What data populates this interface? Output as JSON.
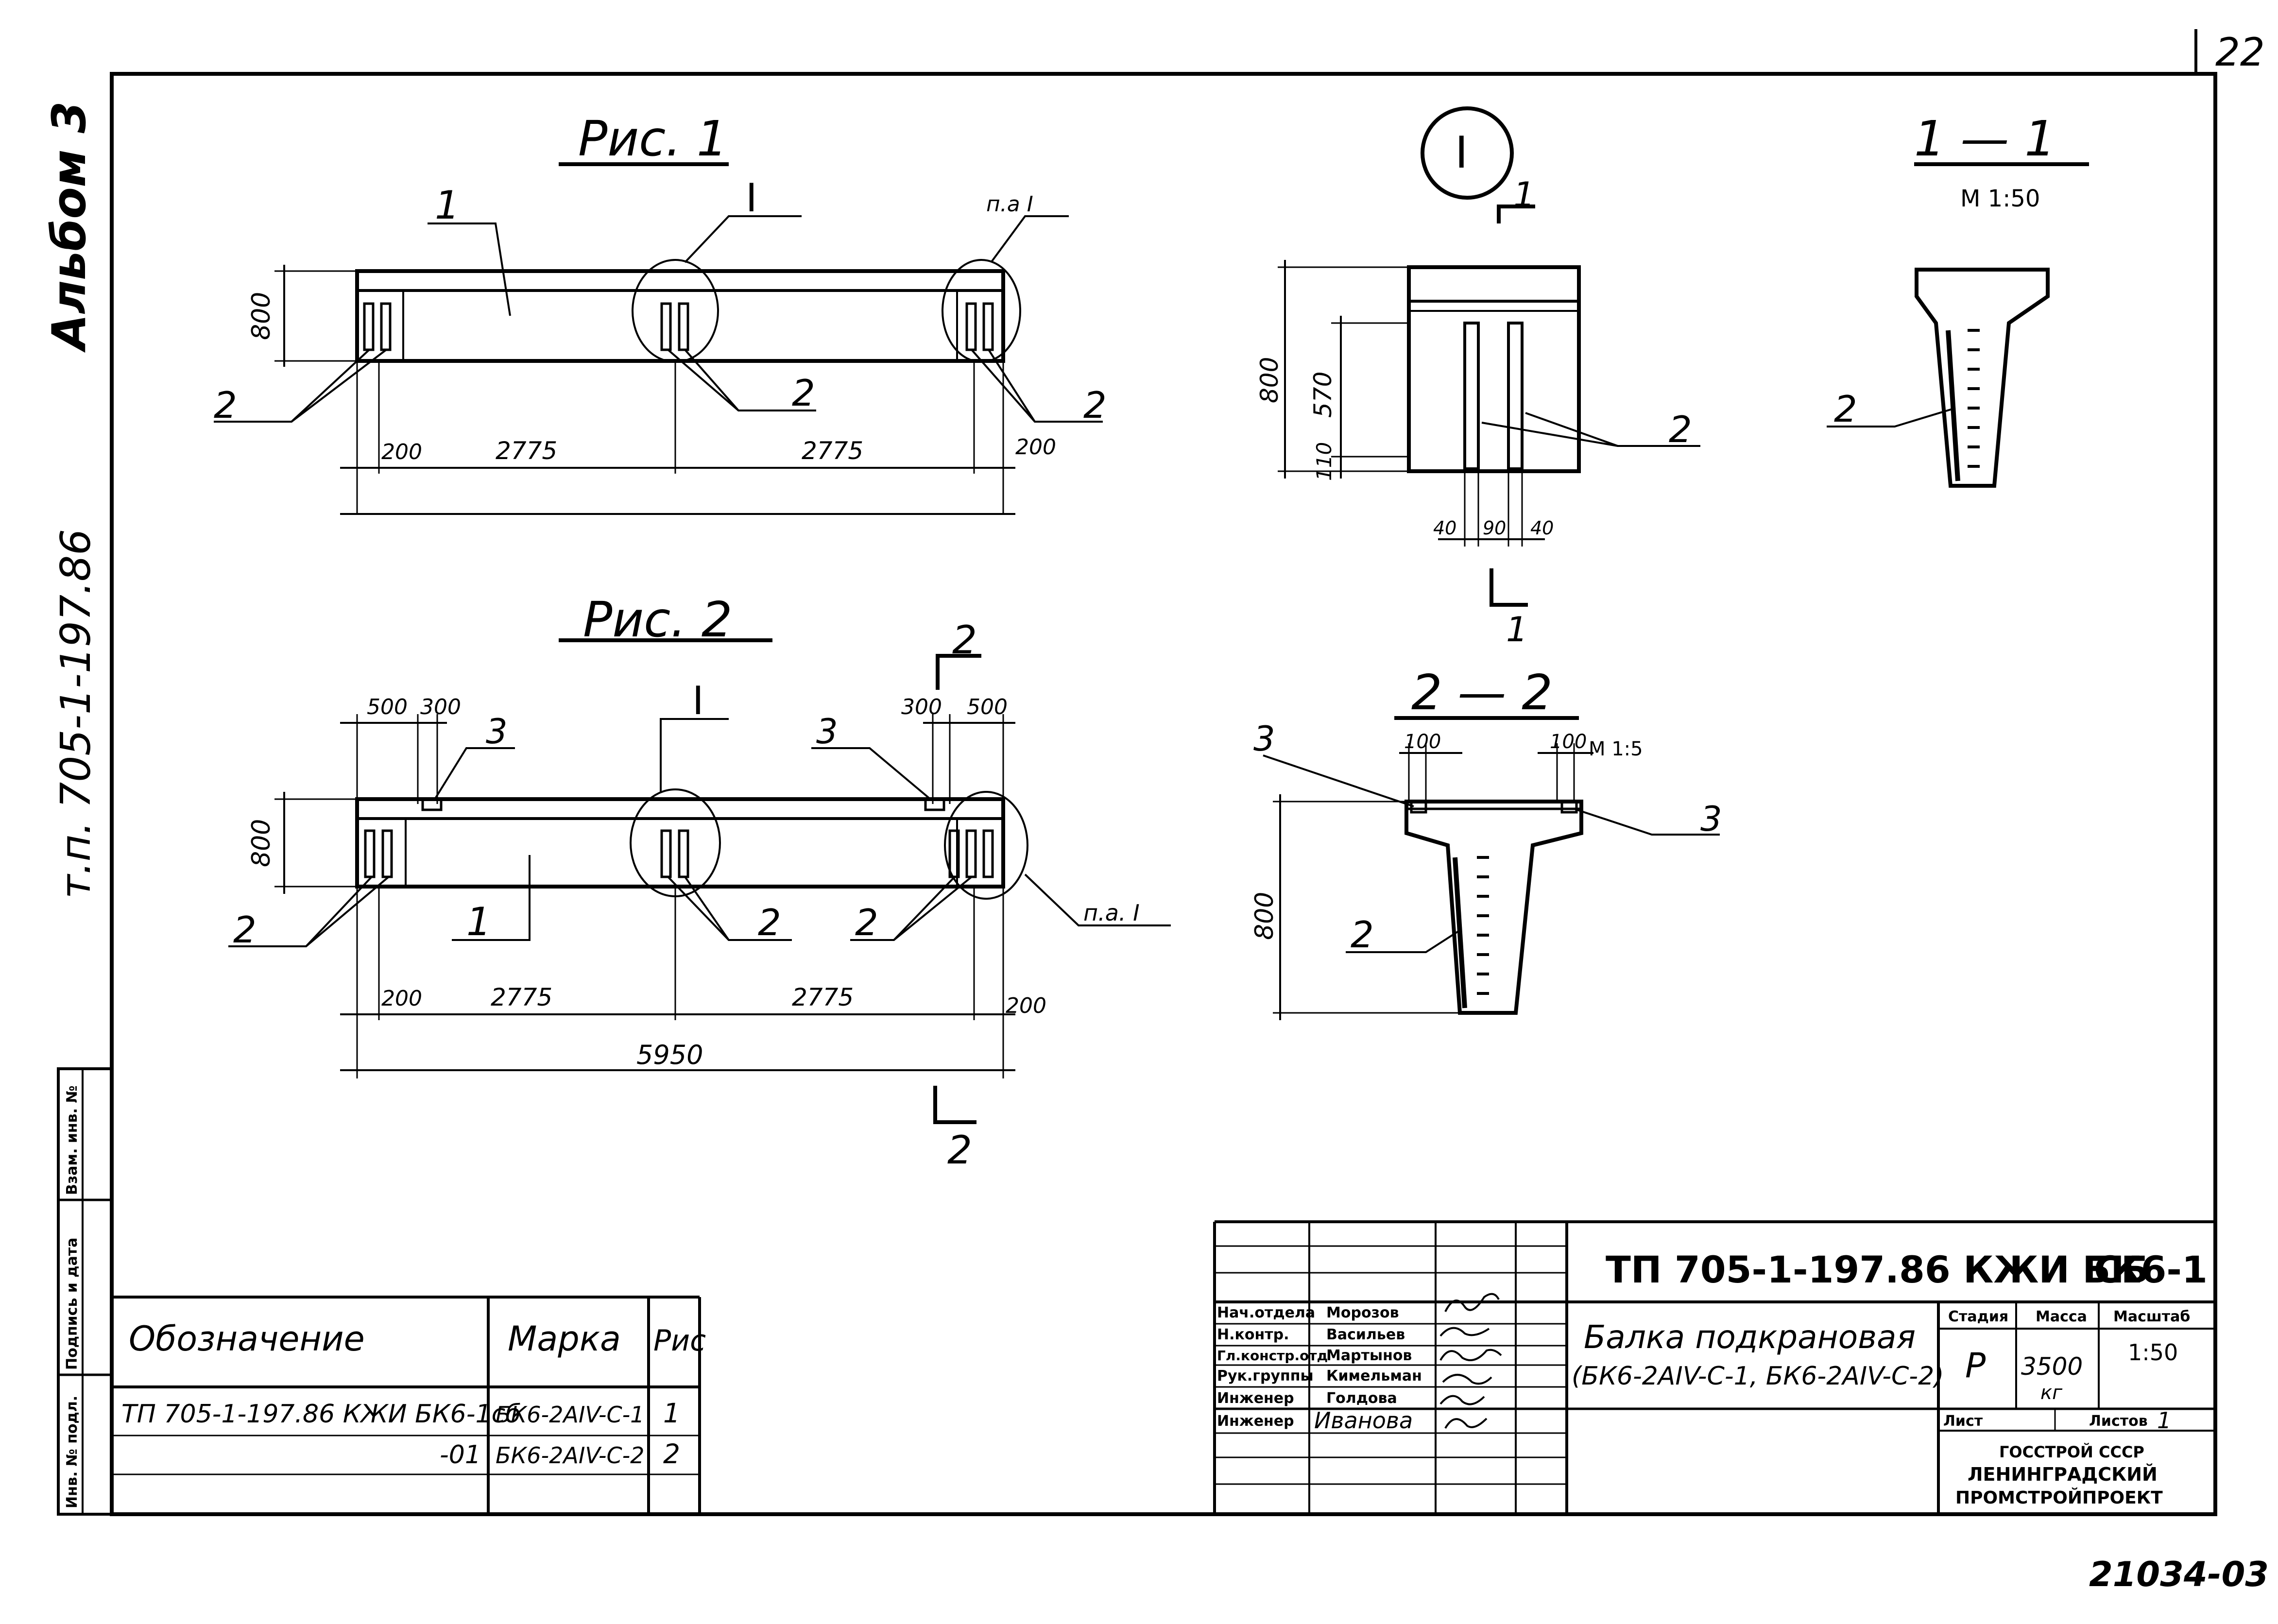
{
  "sheet_number": "22",
  "bottom_code": "21034-03",
  "side": {
    "album": "Альбом 3",
    "project": "т.п. 705-1-197.86",
    "stamp_labels": [
      "Взам. инв. №",
      "Подпись и дата",
      "Инв. № подл."
    ]
  },
  "fig1": {
    "title": "Рис. 1",
    "height": "800",
    "callout_I": "I",
    "callout_pa_I": "п.а I",
    "label_1": "1",
    "label_2": "2",
    "dims": [
      "200",
      "2775",
      "2775",
      "200"
    ]
  },
  "fig2": {
    "title": "Рис. 2",
    "height": "800",
    "callout_I": "I",
    "callout_pa_I": "п.а. I",
    "section_mark": "2",
    "label_1": "1",
    "label_2": "2",
    "label_3": "3",
    "top_dims_left": [
      "500",
      "300"
    ],
    "top_dims_right": [
      "300",
      "500"
    ],
    "dims": [
      "200",
      "2775",
      "2775",
      "200"
    ],
    "total": "5950"
  },
  "detail_I": {
    "title": "I",
    "section_mark": "1",
    "dims_v": [
      "800",
      "570",
      "110"
    ],
    "dims_h": [
      "40",
      "90",
      "40"
    ],
    "label_2": "2"
  },
  "section_11": {
    "title": "1 — 1",
    "scale": "М 1:50",
    "label_2": "2"
  },
  "section_22": {
    "title": "2 — 2",
    "dims_top": [
      "100",
      "100"
    ],
    "scale": "М 1:5",
    "height": "800",
    "label_2": "2",
    "label_3": "3"
  },
  "spec": {
    "headers": [
      "Обозначение",
      "Марка",
      "Рис"
    ],
    "rows": [
      {
        "designation": "ТП 705-1-197.86 КЖИ БК6-1сб",
        "mark": "БК6-2АIV-С-1",
        "fig": "1"
      },
      {
        "designation": "-01",
        "mark": "БК6-2АIV-С-2",
        "fig": "2"
      }
    ]
  },
  "title_block": {
    "code": "ТП 705-1-197.86 КЖИ БК6-1",
    "doc_type": "СБ",
    "roles": [
      {
        "role": "Нач.отдела",
        "name": "Морозов"
      },
      {
        "role": "Н.контр.",
        "name": "Васильев"
      },
      {
        "role": "Гл.констр.отд",
        "name": "Мартынов"
      },
      {
        "role": "Рук.группы",
        "name": "Кимельман"
      },
      {
        "role": "Инженер",
        "name": "Голдова"
      },
      {
        "role": "Инженер",
        "name": "Иванова"
      }
    ],
    "name_line1": "Балка подкрановая",
    "name_line2": "(БК6-2АIV-С-1, БК6-2АIV-С-2)",
    "stage_label": "Стадия",
    "mass_label": "Масса",
    "scale_label": "Масштаб",
    "stage": "Р",
    "mass": "3500",
    "mass_unit": "кг",
    "scale": "1:50",
    "sheet_label": "Лист",
    "sheets_label": "Листов",
    "sheets": "1",
    "org1": "ГОССТРОЙ СССР",
    "org2": "ЛЕНИНГРАДСКИЙ",
    "org3": "ПРОМСТРОЙПРОЕКТ"
  }
}
